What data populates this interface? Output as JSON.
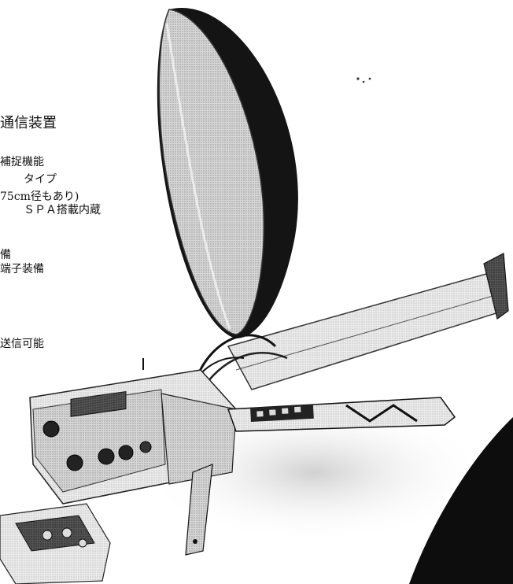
{
  "heading": "通信装置",
  "features": [
    "補捉機能",
    "タイプ",
    "75cm径もあり)",
    "ＳＰＡ搭載内蔵",
    "備",
    "端子装備",
    "送信可能"
  ],
  "colors": {
    "background": "#ffffff",
    "text": "#111111",
    "dish_shade": "#1a1a1a",
    "device_gray": "#cfcfcf"
  }
}
